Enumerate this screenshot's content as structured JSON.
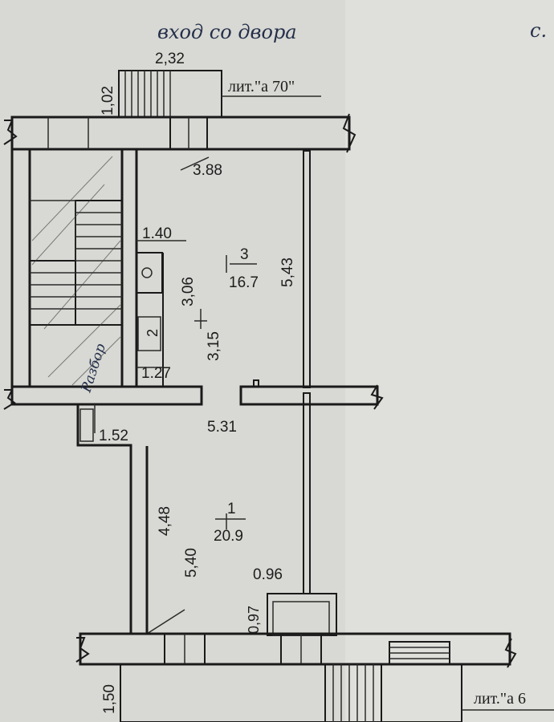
{
  "handwritten_note": "вход со двора",
  "corner_mark": "с.",
  "litera_top": "лит.\"а 70\"",
  "litera_bottom": "лит.\"а 6",
  "rooms": [
    {
      "number": "3",
      "area": "16.7"
    },
    {
      "number": "1",
      "area": "20.9"
    },
    {
      "number": "2"
    }
  ],
  "dimensions": {
    "d232": "2,32",
    "d102": "1,02",
    "d388": "3.88",
    "d140": "1.40",
    "d306": "3,06",
    "d315": "3,15",
    "d543": "5,43",
    "d127": "1.27",
    "d531": "5.31",
    "d152": "1.52",
    "d448": "4,48",
    "d540": "5,40",
    "d096": "0.96",
    "d097": "0,97",
    "d150": "1,50"
  },
  "stair_note": "Разбор"
}
